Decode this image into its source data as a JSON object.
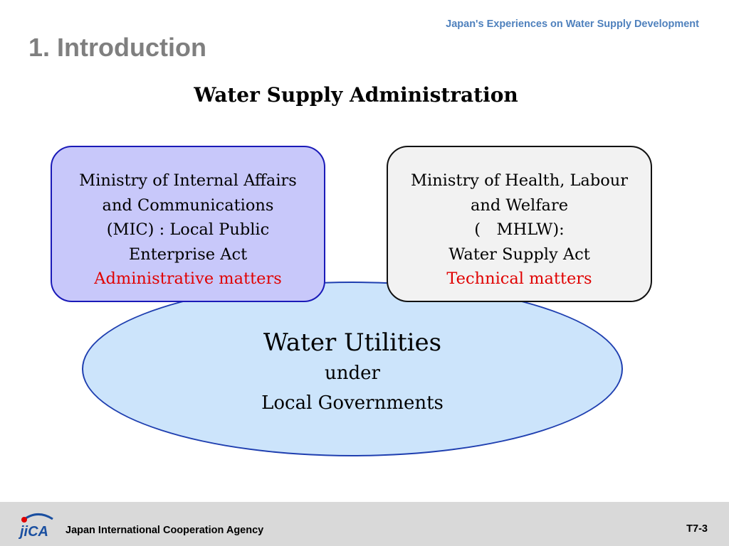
{
  "header": {
    "tagline": "Japan's Experiences on Water Supply Development",
    "slide_title": "1. Introduction"
  },
  "diagram": {
    "title": "Water Supply Administration",
    "mic_box": {
      "lines": [
        "Ministry of Internal Affairs",
        "and Communications",
        "(MIC) : Local Public",
        "Enterprise Act"
      ],
      "matters": "Administrative matters"
    },
    "mhlw_box": {
      "lines": [
        "Ministry of Health, Labour",
        "and Welfare",
        "(　MHLW):",
        "Water Supply Act"
      ],
      "matters": "Technical matters"
    },
    "utilities": {
      "line1": "Water Utilities",
      "line2": "under",
      "line3": "Local Governments"
    }
  },
  "footer": {
    "logo_text": "JICA",
    "agency": "Japan International Cooperation Agency",
    "page": "T7-3"
  },
  "colors": {
    "accent": "#4f81bd",
    "title_gray": "#7f7f7f",
    "matters_red": "#e00000",
    "mic_fill": "#c8c8fa",
    "mhlw_fill": "#f2f2f2",
    "ellipse_fill": "#cce4fb"
  }
}
